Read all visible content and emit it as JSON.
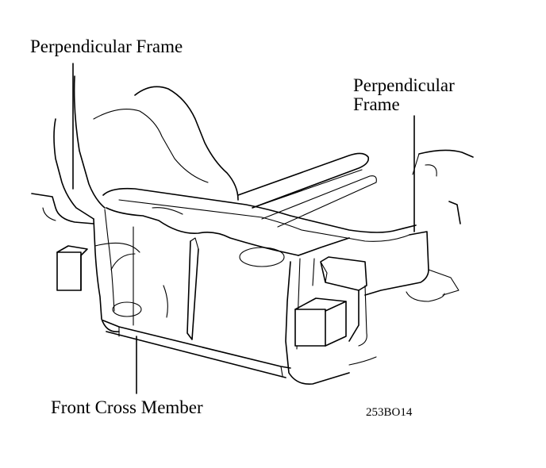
{
  "labels": {
    "top_left": "Perpendicular Frame",
    "top_right_line1": "Perpendicular",
    "top_right_line2": "Frame",
    "bottom": "Front Cross Member"
  },
  "figure_code": "253BO14"
}
